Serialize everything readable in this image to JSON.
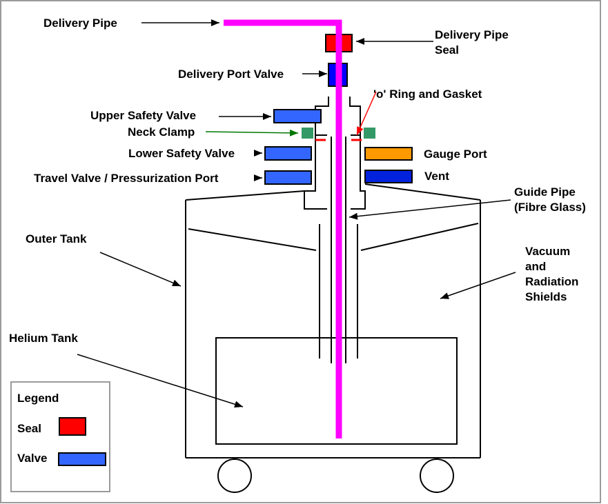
{
  "labels": {
    "delivery_pipe": "Delivery Pipe",
    "delivery_pipe_seal_1": "Delivery Pipe",
    "delivery_pipe_seal_2": "Seal",
    "delivery_port_valve": "Delivery Port Valve",
    "o_ring_gasket": "'o' Ring and Gasket",
    "upper_safety_valve": "Upper Safety Valve",
    "neck_clamp": "Neck Clamp",
    "lower_safety_valve": "Lower Safety Valve",
    "gauge_port": "Gauge Port",
    "travel_valve": "Travel Valve / Pressurization  Port",
    "vent": "Vent",
    "guide_pipe_1": "Guide Pipe",
    "guide_pipe_2": "(Fibre Glass)",
    "outer_tank": "Outer Tank",
    "vacuum_1": "Vacuum",
    "vacuum_2": "and",
    "vacuum_3": "Radiation",
    "vacuum_4": "Shields",
    "helium_tank": "Helium Tank"
  },
  "legend": {
    "title": "Legend",
    "seal_label": "Seal",
    "valve_label": "Valve"
  },
  "colors": {
    "pipe": "#ff00ff",
    "seal": "#ff0000",
    "valve": "#3366ff",
    "delivery_valve": "#0000ff",
    "vent": "#0022dd",
    "gauge_port": "#ff9900",
    "neck_clamp": "#339966",
    "arrow_green": "#007700",
    "arrow_red": "#ff0000"
  }
}
